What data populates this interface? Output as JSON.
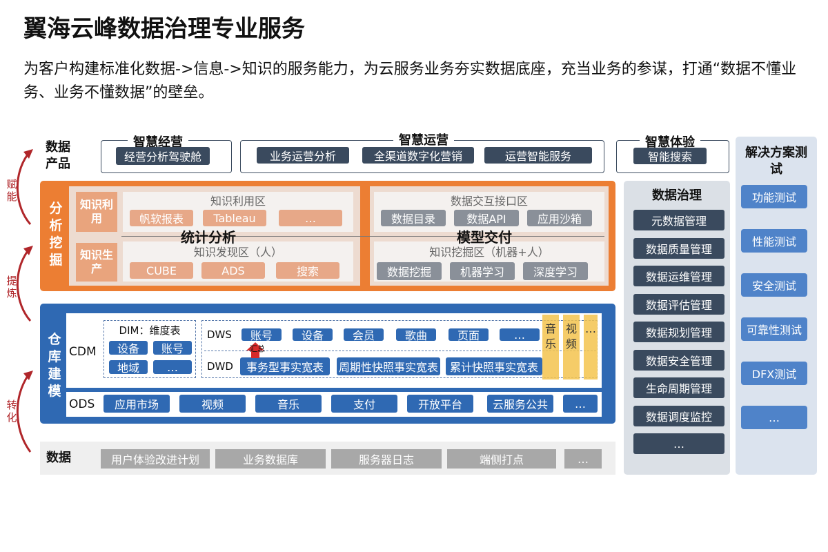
{
  "title": "翼海云峰数据治理专业服务",
  "subtitle": "为客户构建标准化数据->信息->知识的服务能力，为云服务业务夯实数据底座，充当业务的参谋，打通“数据不懂业务、业务不懂数据”的壁垒。",
  "left_labels": {
    "empower": "赋能",
    "refine": "提炼",
    "transform": "转化"
  },
  "products": {
    "label": "数据产品",
    "groups": [
      {
        "title": "智慧经营",
        "items": [
          "经营分析驾驶舱"
        ]
      },
      {
        "title": "智慧运营",
        "items": [
          "业务运营分析",
          "全渠道数字化营销",
          "运营智能服务"
        ]
      },
      {
        "title": "智慧体验",
        "items": [
          "智能搜索"
        ]
      }
    ]
  },
  "analysis": {
    "label": "分析挖掘",
    "row_labels": [
      "知识利用",
      "知识生产"
    ],
    "left_zone_top": {
      "title": "知识利用区",
      "items": [
        "帆软报表",
        "Tableau",
        "…"
      ]
    },
    "left_zone_bottom": {
      "title": "知识发现区（人）",
      "items": [
        "CUBE",
        "ADS",
        "搜索"
      ]
    },
    "right_zone_top": {
      "title": "数据交互接口区",
      "items": [
        "数据目录",
        "数据API",
        "应用沙箱"
      ]
    },
    "right_zone_bottom": {
      "title": "知识挖掘区（机器+人）",
      "items": [
        "数据挖掘",
        "机器学习",
        "深度学习"
      ]
    },
    "mid_left": "统计分析",
    "mid_right": "模型交付"
  },
  "warehouse": {
    "label": "仓库建模",
    "cdm": "CDM",
    "dim_title": "DIM：维度表",
    "dim_items": [
      "设备",
      "账号",
      "地域",
      "…"
    ],
    "dws_label": "DWS",
    "dws_items": [
      "账号",
      "设备",
      "会员",
      "歌曲",
      "页面",
      "…"
    ],
    "dwd_label": "DWD",
    "dwd_items": [
      "事务型事实宽表",
      "周期性快照事实宽表",
      "累计快照事实宽表"
    ],
    "summary_label": "汇总",
    "vertical_items": [
      "音乐",
      "视频",
      "…"
    ],
    "ods_label": "ODS",
    "ods_items": [
      "应用市场",
      "视频",
      "音乐",
      "支付",
      "开放平台",
      "云服务公共",
      "…"
    ]
  },
  "data_row": {
    "label": "数据",
    "items": [
      "用户体验改进计划",
      "业务数据库",
      "服务器日志",
      "端侧打点",
      "…"
    ]
  },
  "governance": {
    "title": "数据治理",
    "items": [
      "元数据管理",
      "数据质量管理",
      "数据运维管理",
      "数据评估管理",
      "数据规划管理",
      "数据安全管理",
      "生命周期管理",
      "数据调度监控",
      "…"
    ]
  },
  "testing": {
    "title": "解决方案测试",
    "items": [
      "功能测试",
      "性能测试",
      "安全测试",
      "可靠性测试",
      "DFX测试",
      "…"
    ]
  }
}
